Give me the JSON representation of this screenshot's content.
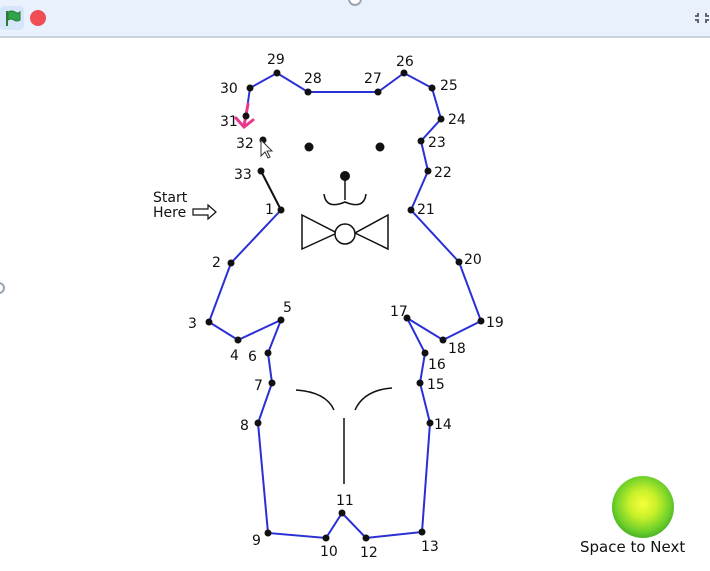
{
  "toolbar": {
    "green_flag_icon": "flag-icon",
    "stop_icon": "stop-icon",
    "fullscreen_icon": "fullscreen-icon",
    "colors": {
      "flag": "#2fa44a",
      "stop": "#f04d55",
      "bar": "#e9f1fc"
    }
  },
  "stage": {
    "start_label_line1": "Start",
    "start_label_line2": "Here",
    "next_label": "Space to Next",
    "line_color": "#2a2fd6",
    "arrow_color": "#e8388a",
    "dot_labels": [
      "1",
      "2",
      "3",
      "4",
      "5",
      "6",
      "7",
      "8",
      "9",
      "10",
      "11",
      "12",
      "13",
      "14",
      "15",
      "16",
      "17",
      "18",
      "19",
      "20",
      "21",
      "22",
      "23",
      "24",
      "25",
      "26",
      "27",
      "28",
      "29",
      "30",
      "31",
      "32",
      "33"
    ]
  }
}
